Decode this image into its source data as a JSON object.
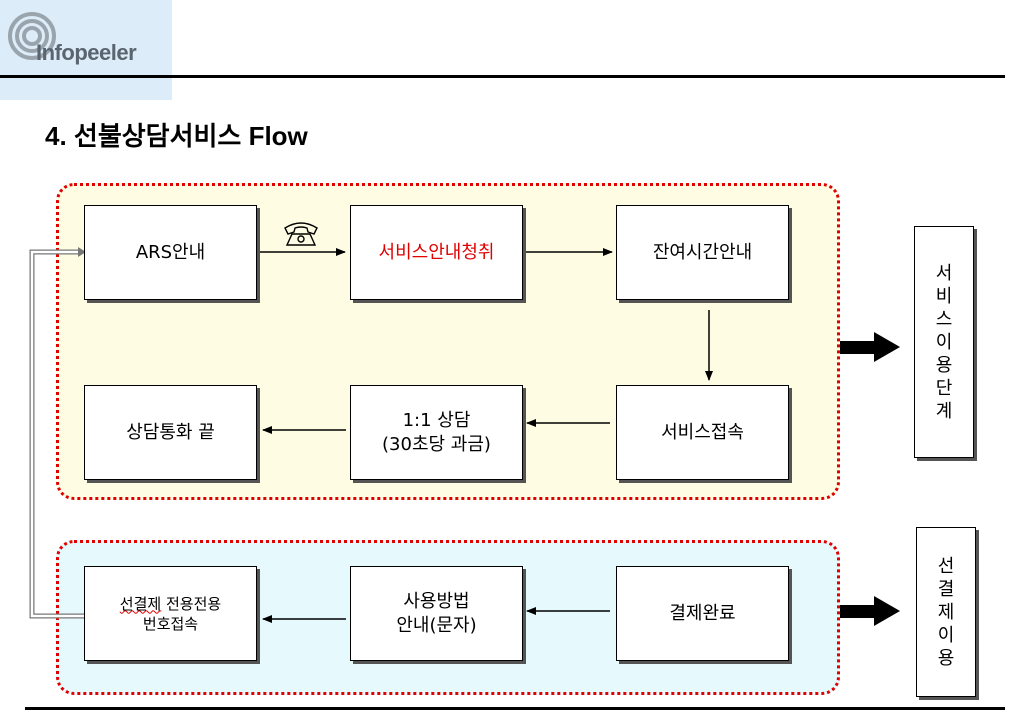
{
  "logo": {
    "text": "Infopeeler"
  },
  "title": "4. 선불상담서비스 Flow",
  "colors": {
    "accent_red": "#e00000",
    "service_bg": "#fefde3",
    "prepay_bg": "#e6fafe",
    "logo_bg": "#dcecf8"
  },
  "steps": {
    "ars": "ARS안내",
    "service_intro": "서비스안내청취",
    "remaining_time": "잔여시간안내",
    "end_call": "상담통화 끝",
    "consult_line1": "1:1 상담",
    "consult_line2": "(30초당 과금)",
    "service_connect": "서비스접속",
    "prepay_line1_a": "선결제",
    "prepay_line1_b": "전용전용",
    "prepay_line2": "번호접속",
    "usage_line1": "사용방법",
    "usage_line2": "안내(문자)",
    "payment_done": "결제완료"
  },
  "side_labels": {
    "service_stage": "서비스이용단계",
    "prepay_use": "선결제이용"
  },
  "icons": {
    "phone": "telephone-icon"
  }
}
